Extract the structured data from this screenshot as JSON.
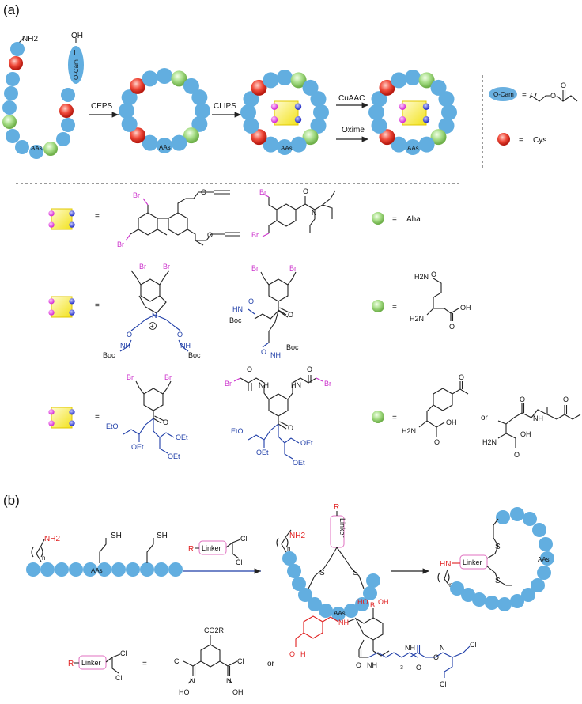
{
  "panel_a": {
    "label": "(a)",
    "chain": {
      "nh2": "NH2",
      "oh": "OH",
      "l": "L",
      "ocam": "O-Cam",
      "aas": "AAs"
    },
    "arrows": {
      "ceps": "CEPS",
      "clips": "CLIPS",
      "cuaac": "CuAAC",
      "oxime": "Oxime"
    },
    "ring_aas": "AAs",
    "legend": {
      "ocam": "O-Cam",
      "eq": "=",
      "o": "O",
      "cys": "Cys"
    },
    "rows": [
      {
        "eq": "=",
        "aha_eq": "=",
        "aha": "Aha"
      },
      {
        "eq": "="
      },
      {
        "eq": "=",
        "or": "or"
      }
    ],
    "atoms": {
      "br": "Br",
      "o": "O",
      "n": "N",
      "nh": "NH",
      "hn": "HN",
      "boc": "Boc",
      "oet": "OEt",
      "eto": "EtO",
      "h2n": "H2N",
      "oh": "OH",
      "plus": "+"
    }
  },
  "panel_b": {
    "label": "(b)",
    "peptide": {
      "nh2": "NH2",
      "sh1": "SH",
      "sh2": "SH",
      "n": "n",
      "aas": "AAs"
    },
    "reagent": {
      "r": "R",
      "linker": "Linker",
      "cl1": "Cl",
      "cl2": "Cl"
    },
    "middle": {
      "r": "R",
      "linker": "Linker",
      "s1": "S",
      "s2": "S",
      "nh2": "NH2",
      "n": "n",
      "aas": "AAs"
    },
    "product": {
      "hn": "HN",
      "linker": "Linker",
      "s1": "S",
      "s2": "S",
      "n": "n",
      "aas": "AAs"
    },
    "def": {
      "r": "R",
      "linker": "Linker",
      "cl1": "Cl",
      "cl2": "Cl",
      "eq": "=",
      "or": "or"
    },
    "atoms": {
      "co2r": "CO2R",
      "cl": "Cl",
      "n": "N",
      "ho": "HO",
      "b": "B",
      "oh": "OH",
      "nh": "NH",
      "o": "O",
      "h": "H",
      "sub3": "3"
    }
  }
}
